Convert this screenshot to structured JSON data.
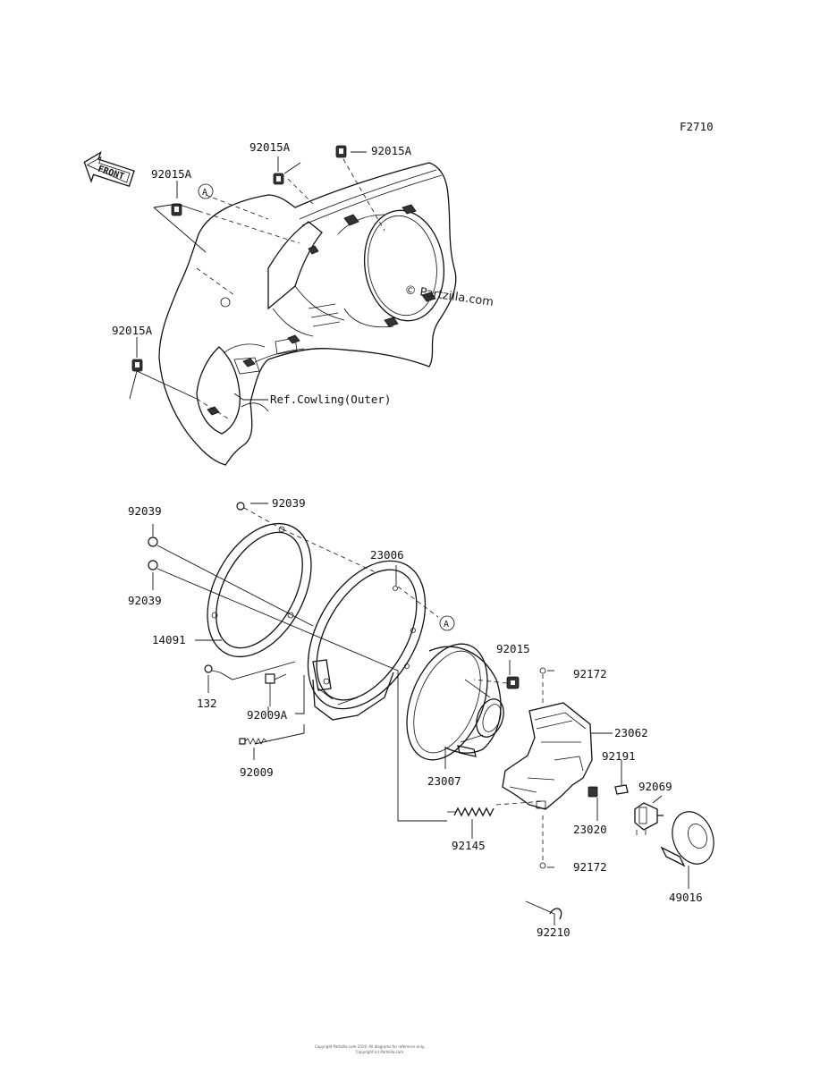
{
  "figure_code": "F2710",
  "front_arrow_text": "FRONT",
  "ref_marker": "A",
  "ref_text": "Ref.Cowling(Outer)",
  "watermark": "© Partzilla.com",
  "footer": [
    "Copyright Partzilla.com 2019. All diagrams for reference only.",
    "Copyright (c) Partzilla.com"
  ],
  "labels": {
    "p92015a_a": "92015A",
    "p92015a_b": "92015A",
    "p92015a_c": "92015A",
    "p92015a_d": "92015A",
    "p92039_a": "92039",
    "p92039_b": "92039",
    "p92039_c": "92039",
    "p23006": "23006",
    "p14091": "14091",
    "p132": "132",
    "p92009a": "92009A",
    "p92009": "92009",
    "p92015": "92015",
    "p92172_a": "92172",
    "p92172_b": "92172",
    "p23062": "23062",
    "p23007": "23007",
    "p92191": "92191",
    "p92069": "92069",
    "p23020": "23020",
    "p92145": "92145",
    "p49016": "49016",
    "p92210": "92210"
  }
}
